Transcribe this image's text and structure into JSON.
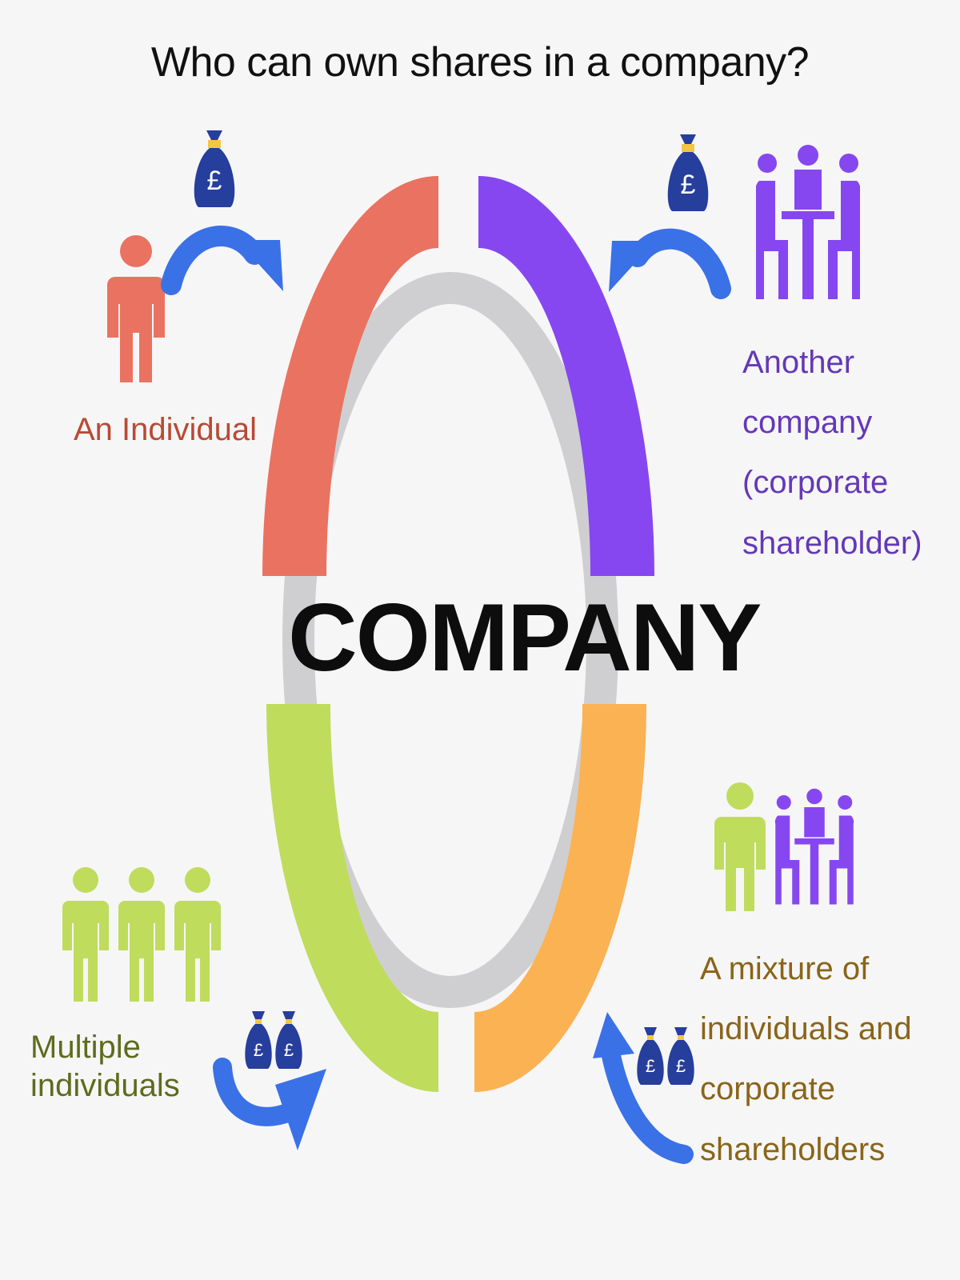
{
  "title": "Who can own shares in a company?",
  "center": {
    "label": "COMPANY"
  },
  "owners": [
    {
      "label": "An Individual",
      "color": "#ea7260"
    },
    {
      "label": "Another company (corporate shareholder)",
      "color": "#8647f0"
    },
    {
      "label": "Multiple individuals",
      "color": "#bfdc5d"
    },
    {
      "label": "A mixture of individuals and corporate shareholders",
      "color": "#fbb253"
    }
  ],
  "colors": {
    "ring_track": "#cfcfd2",
    "arrow": "#3a71e6",
    "money_bag": "#263e9c",
    "text_individual": "#b94a34",
    "text_corporate": "#6438b8",
    "text_multiple": "#5f6b1c",
    "text_mixture": "#8a6418"
  },
  "icons": {
    "individual": "person-icon",
    "corporate": "meeting-table-icon",
    "multiple": "group-of-people-icon",
    "mixture": [
      "person-icon",
      "meeting-table-icon"
    ],
    "money": "pound-money-bag-icon",
    "transfer": "curved-arrow-icon"
  }
}
